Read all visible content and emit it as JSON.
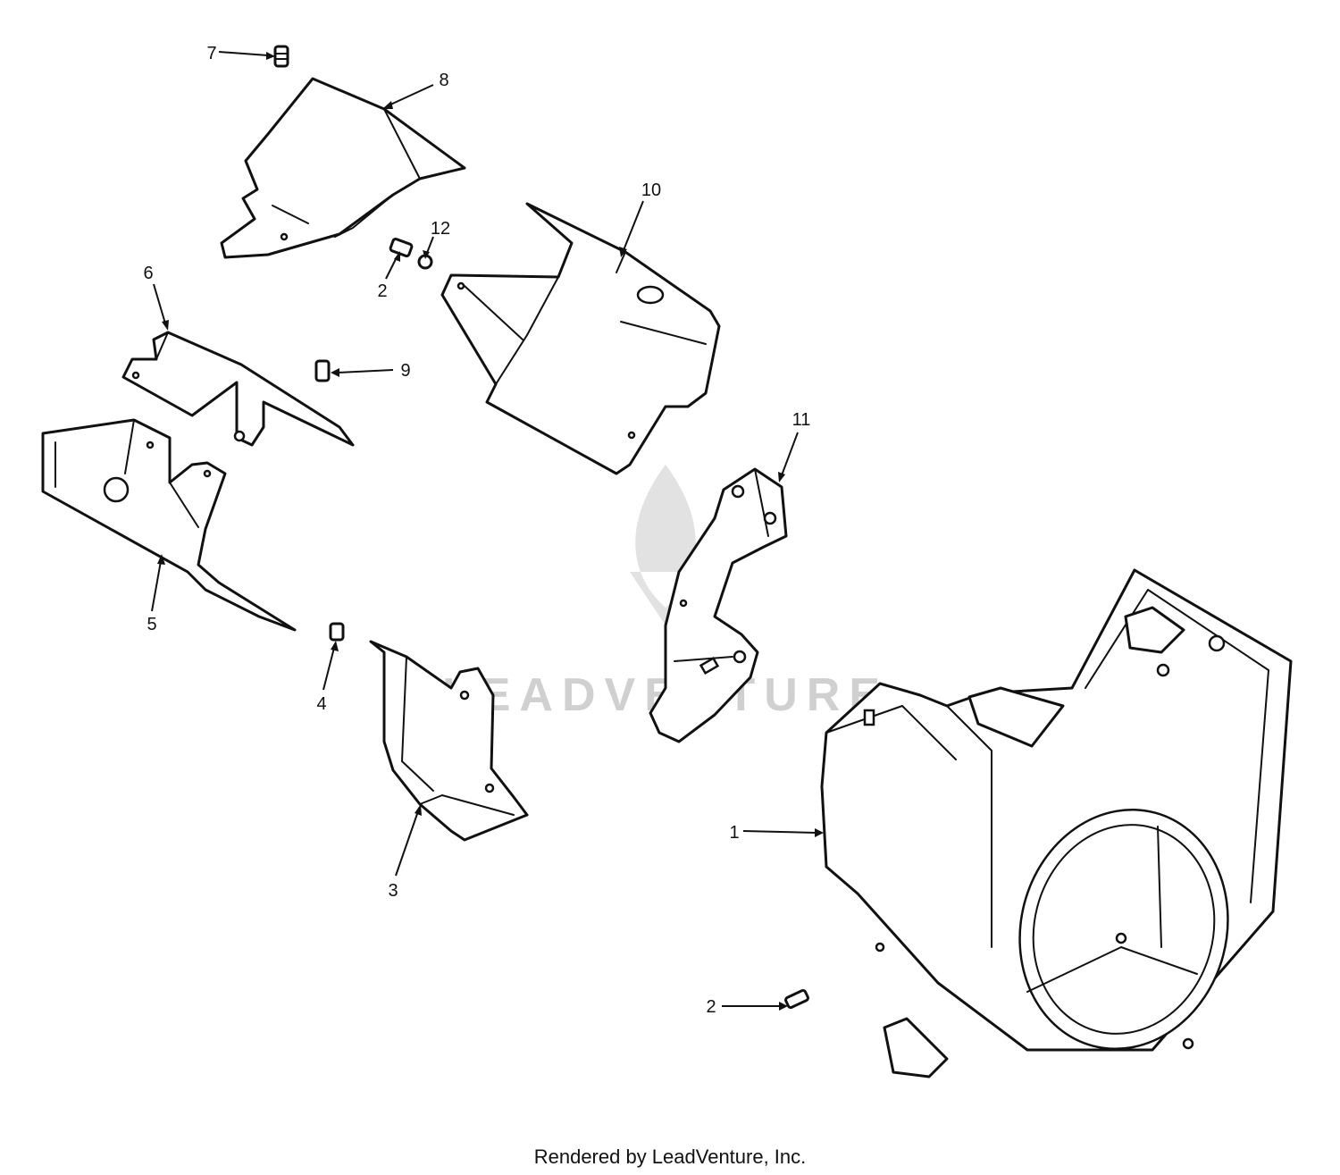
{
  "callouts": {
    "c1": "1",
    "c2a": "2",
    "c2b": "2",
    "c3": "3",
    "c4": "4",
    "c5": "5",
    "c6": "6",
    "c7": "7",
    "c8": "8",
    "c9": "9",
    "c10": "10",
    "c11": "11",
    "c12": "12"
  },
  "watermark": {
    "text": "LEADVENTURE"
  },
  "footer": {
    "credit": "Rendered by LeadVenture, Inc."
  },
  "colors": {
    "line": "#111111",
    "watermark": "#d0d0d0",
    "background": "#ffffff"
  }
}
